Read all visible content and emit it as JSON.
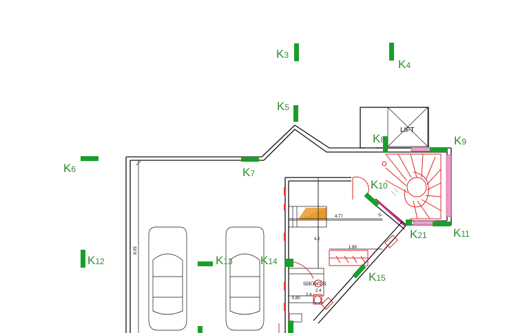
{
  "markers": [
    {
      "id": "K3",
      "letter": "K",
      "num": "3"
    },
    {
      "id": "K4",
      "letter": "K",
      "num": "4"
    },
    {
      "id": "K5",
      "letter": "K",
      "num": "5"
    },
    {
      "id": "K6",
      "letter": "K",
      "num": "6"
    },
    {
      "id": "K7",
      "letter": "K",
      "num": "7"
    },
    {
      "id": "K8",
      "letter": "K",
      "num": "8"
    },
    {
      "id": "K9",
      "letter": "K",
      "num": "9"
    },
    {
      "id": "K10",
      "letter": "K",
      "num": "10"
    },
    {
      "id": "K11",
      "letter": "K",
      "num": "11"
    },
    {
      "id": "K12",
      "letter": "K",
      "num": "12"
    },
    {
      "id": "K13",
      "letter": "K",
      "num": "13"
    },
    {
      "id": "K14",
      "letter": "K",
      "num": "14"
    },
    {
      "id": "K15",
      "letter": "K",
      "num": "15"
    },
    {
      "id": "K21",
      "letter": "K",
      "num": "21"
    }
  ],
  "labels": {
    "lift": "LIFT",
    "shower": "SHOWER"
  },
  "dimensions": {
    "garage_depth": "8.05",
    "room_width": "4.77",
    "room_height": "4.2",
    "bath_width": "1.99",
    "shower_a": "2.4",
    "shower_b": "2.4",
    "door_width": "0.80",
    "stair_mark": "IV"
  },
  "colors": {
    "marker": "#1a9e2a",
    "marker_text": "#2e8b2e",
    "fixtures": "#dd2222",
    "stairs_fill": "#e69a2a",
    "wall_hatch": "#c0307a"
  }
}
